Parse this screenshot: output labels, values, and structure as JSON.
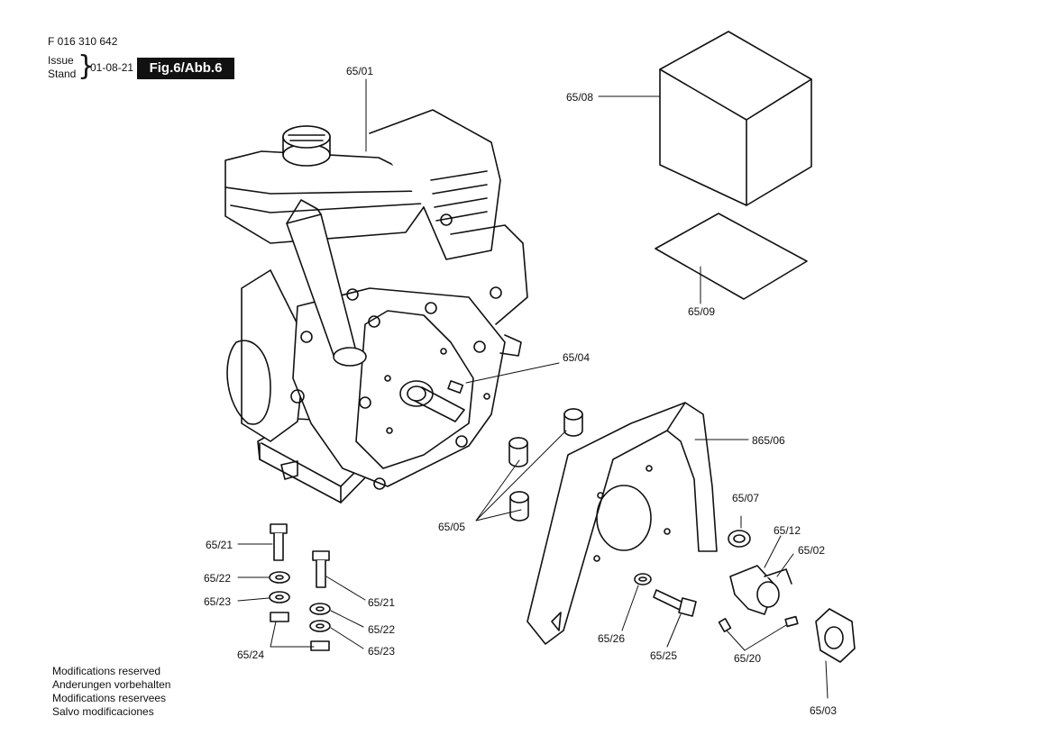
{
  "header": {
    "part_number": "F 016 310 642",
    "issue_label": "Issue",
    "stand_label": "Stand",
    "date": "01-08-21",
    "figure": "Fig.6/Abb.6"
  },
  "callouts": {
    "c6501": "65/01",
    "c6508": "65/08",
    "c6509": "65/09",
    "c6504": "65/04",
    "c86506": "865/06",
    "c6505": "65/05",
    "c6507": "65/07",
    "c6512": "65/12",
    "c6502": "65/02",
    "c6521a": "65/21",
    "c6522a": "65/22",
    "c6523a": "65/23",
    "c6524": "65/24",
    "c6521b": "65/21",
    "c6522b": "65/22",
    "c6523b": "65/23",
    "c6526": "65/26",
    "c6525": "65/25",
    "c6520": "65/20",
    "c6503": "65/03"
  },
  "notes": [
    "Modifications reserved",
    "Anderungen vorbehalten",
    "Modifications reservees",
    "Salvo modificaciones"
  ]
}
